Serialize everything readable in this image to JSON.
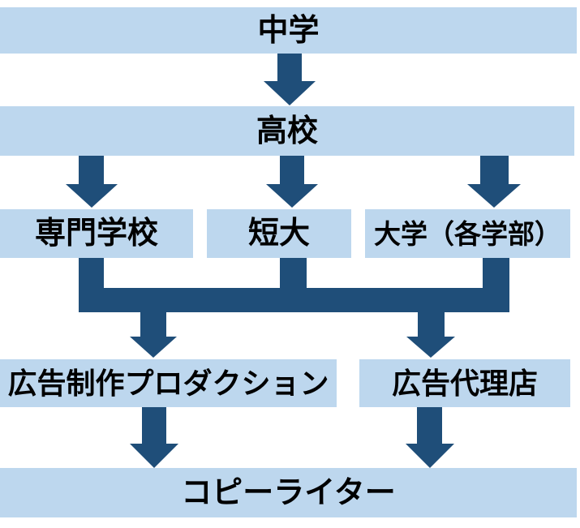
{
  "colors": {
    "background": "#ffffff",
    "box_fill": "#BDD7EE",
    "arrow": "#1F4E79",
    "text": "#000000"
  },
  "diagram": {
    "type": "flowchart",
    "direction": "top-down",
    "nodes": {
      "junior_high": {
        "label": "中学"
      },
      "high_school": {
        "label": "高校"
      },
      "vocational_school": {
        "label": "専門学校"
      },
      "junior_college": {
        "label": "短大"
      },
      "university": {
        "label": "大学（各学部）"
      },
      "ad_production": {
        "label": "広告制作プロダクション"
      },
      "ad_agency": {
        "label": "広告代理店"
      },
      "copywriter": {
        "label": "コピーライター"
      }
    },
    "edges": [
      {
        "from": "junior_high",
        "to": "high_school"
      },
      {
        "from": "high_school",
        "to": "vocational_school"
      },
      {
        "from": "high_school",
        "to": "junior_college"
      },
      {
        "from": "high_school",
        "to": "university"
      },
      {
        "from": "vocational_school",
        "to": "ad_production"
      },
      {
        "from": "vocational_school",
        "to": "ad_agency"
      },
      {
        "from": "junior_college",
        "to": "ad_production"
      },
      {
        "from": "junior_college",
        "to": "ad_agency"
      },
      {
        "from": "university",
        "to": "ad_production"
      },
      {
        "from": "university",
        "to": "ad_agency"
      },
      {
        "from": "ad_production",
        "to": "copywriter"
      },
      {
        "from": "ad_agency",
        "to": "copywriter"
      }
    ]
  }
}
